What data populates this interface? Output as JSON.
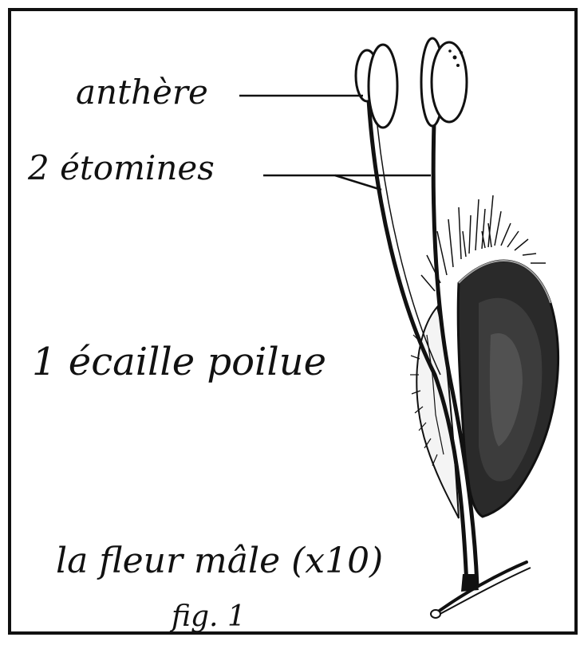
{
  "labels": {
    "anthere": "anthère",
    "etamines": "2 étomines",
    "ecaille": "1 écaille poilue",
    "title": "la fleur mâle (x10)",
    "fig": "fig. 1"
  },
  "colors": {
    "ink": "#111111",
    "paper": "#ffffff"
  }
}
